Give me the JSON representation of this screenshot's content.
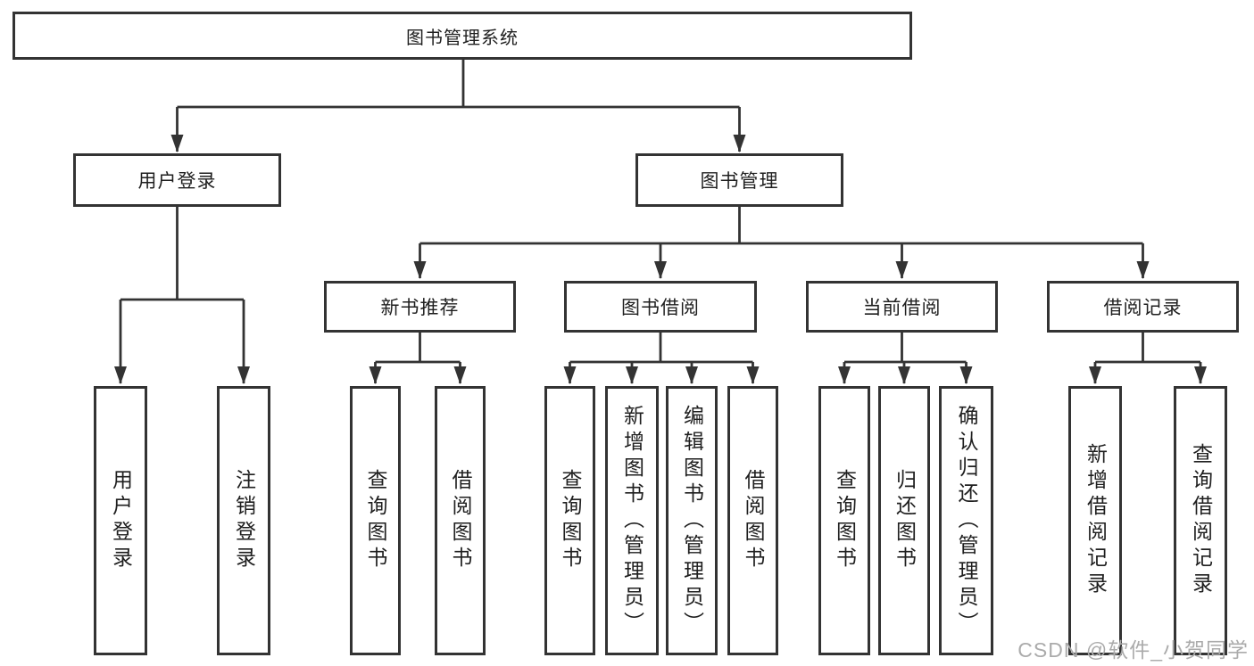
{
  "nodes": {
    "root": "图书管理系统",
    "user_login": "用户登录",
    "book_mgmt": "图书管理",
    "new_book_rec": "新书推荐",
    "book_borrow": "图书借阅",
    "current_borrow": "当前借阅",
    "borrow_record": "借阅记录",
    "leaf_user_login": "用户登录",
    "leaf_logout": "注销登录",
    "leaf_nbr_query": "查询图书",
    "leaf_nbr_borrow": "借阅图书",
    "leaf_bb_query": "查询图书",
    "leaf_bb_add": "新增图书（管理员）",
    "leaf_bb_edit": "编辑图书（管理员）",
    "leaf_bb_borrow": "借阅图书",
    "leaf_cb_query": "查询图书",
    "leaf_cb_return": "归还图书",
    "leaf_cb_confirm": "确认归还（管理员）",
    "leaf_br_add": "新增借阅记录",
    "leaf_br_query": "查询借阅记录"
  },
  "hierarchy": {
    "root": [
      "user_login",
      "book_mgmt"
    ],
    "user_login": [
      "leaf_user_login",
      "leaf_logout"
    ],
    "book_mgmt": [
      "new_book_rec",
      "book_borrow",
      "current_borrow",
      "borrow_record"
    ],
    "new_book_rec": [
      "leaf_nbr_query",
      "leaf_nbr_borrow"
    ],
    "book_borrow": [
      "leaf_bb_query",
      "leaf_bb_add",
      "leaf_bb_edit",
      "leaf_bb_borrow"
    ],
    "current_borrow": [
      "leaf_cb_query",
      "leaf_cb_return",
      "leaf_cb_confirm"
    ],
    "borrow_record": [
      "leaf_br_add",
      "leaf_br_query"
    ]
  },
  "watermark": "CSDN @软件_小贺同学",
  "colors": {
    "line": "#333333",
    "text": "#1f1f1f",
    "background": "#ffffff",
    "watermark": "#ababab"
  }
}
